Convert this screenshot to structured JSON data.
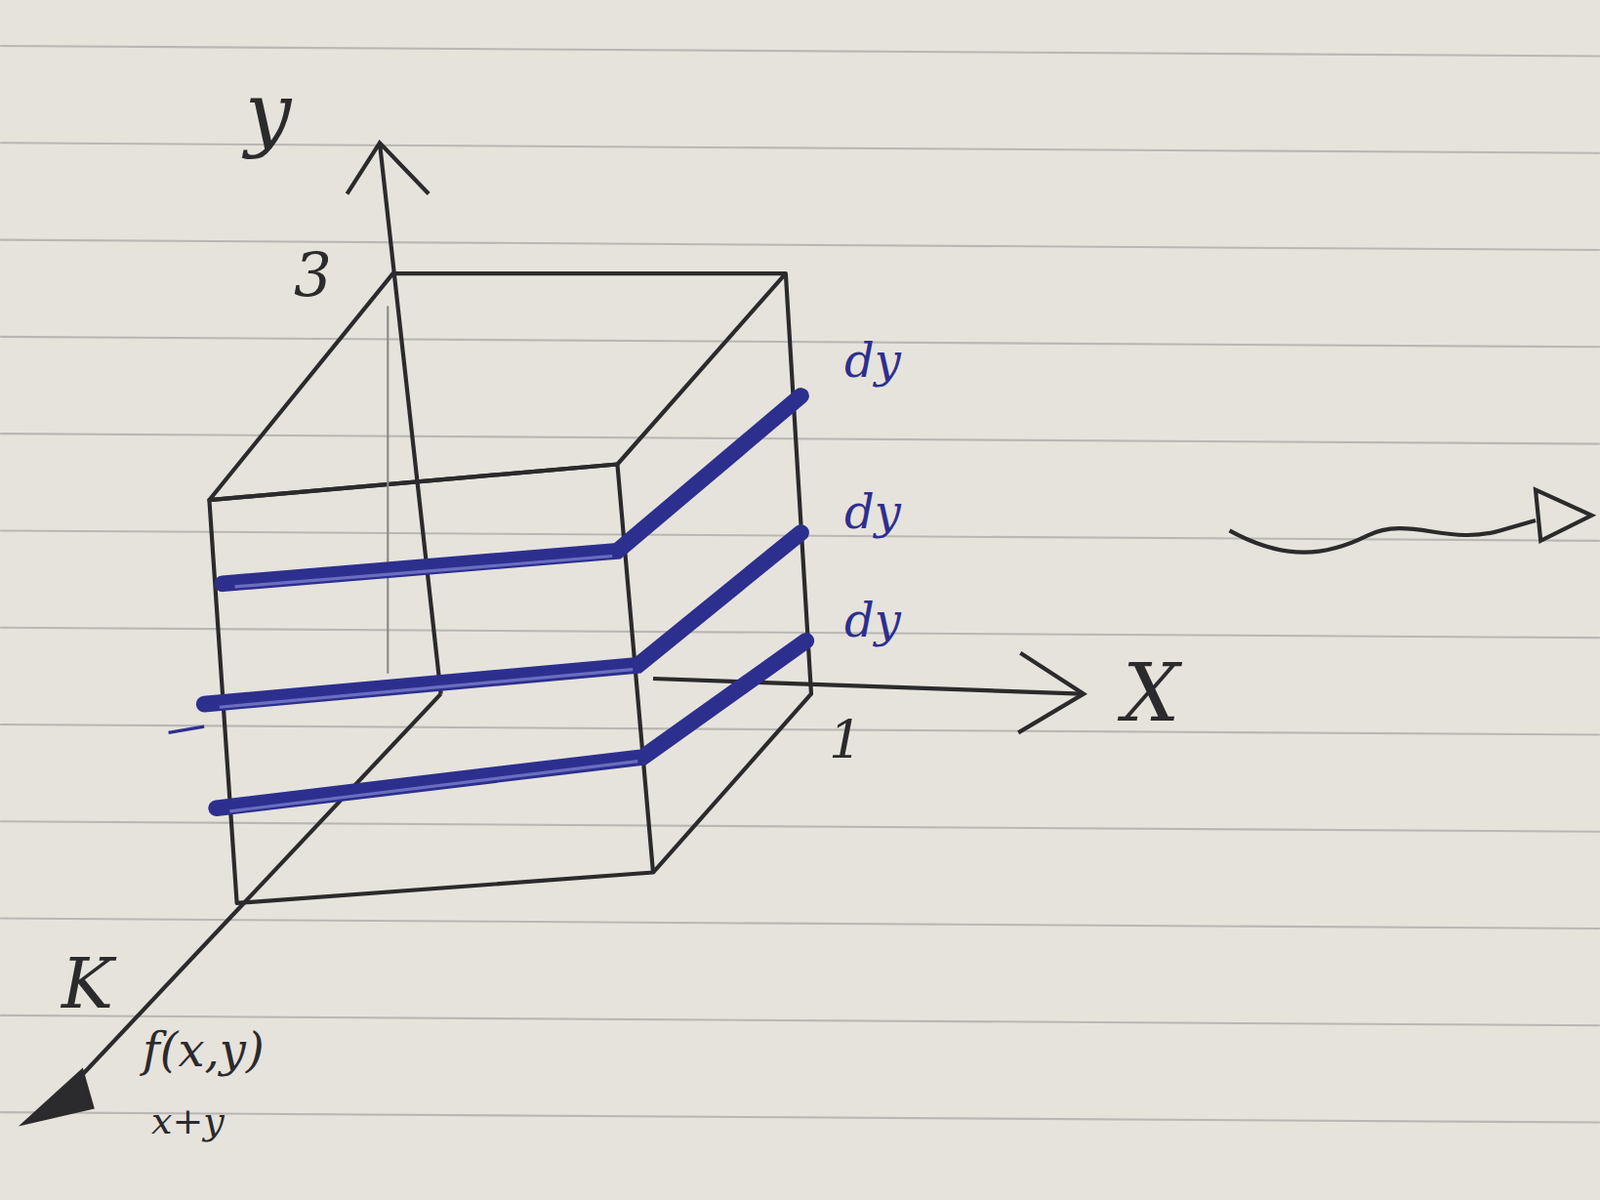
{
  "diagram": {
    "labels": [
      "y",
      "3",
      "dy",
      "dy",
      "dy",
      "X",
      "1",
      "K",
      "f(x,y)",
      "x+y"
    ]
  }
}
